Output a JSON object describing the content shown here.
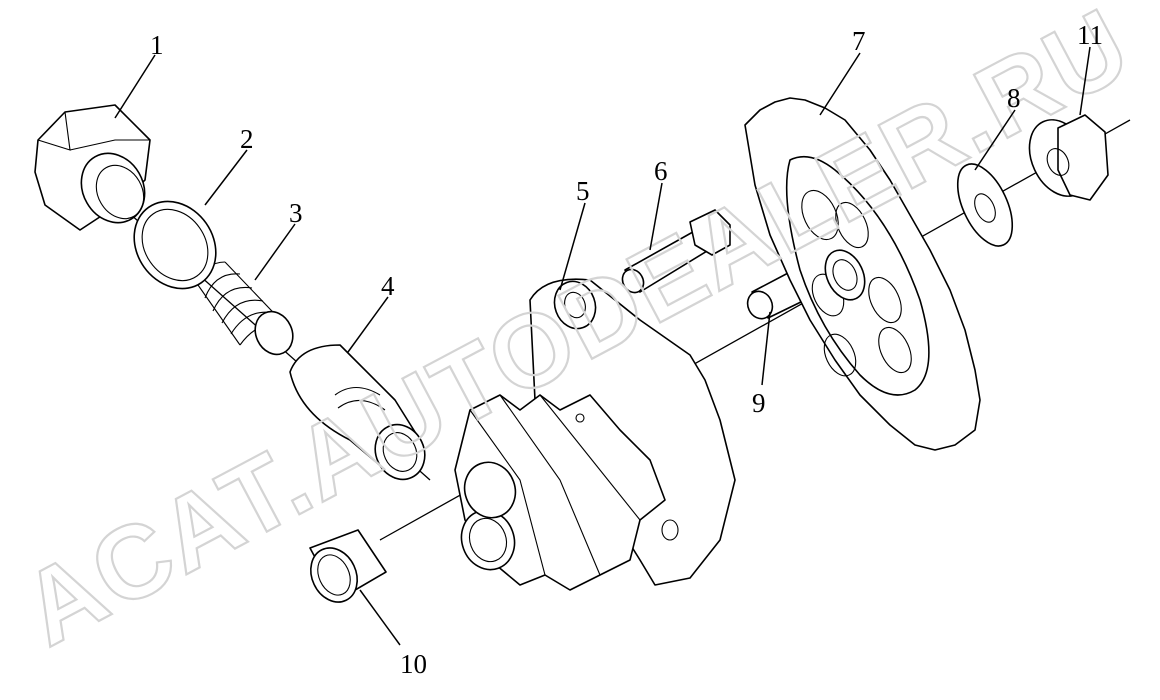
{
  "watermark": "ACAT.AUTODEALER.RU",
  "callouts": [
    {
      "id": "1",
      "label": "1"
    },
    {
      "id": "2",
      "label": "2"
    },
    {
      "id": "3",
      "label": "3"
    },
    {
      "id": "4",
      "label": "4"
    },
    {
      "id": "5",
      "label": "5"
    },
    {
      "id": "6",
      "label": "6"
    },
    {
      "id": "7",
      "label": "7"
    },
    {
      "id": "8",
      "label": "8"
    },
    {
      "id": "9",
      "label": "9"
    },
    {
      "id": "10",
      "label": "10"
    },
    {
      "id": "11",
      "label": "11"
    }
  ],
  "colors": {
    "line": "#000000",
    "watermark": "#d4d4d4",
    "background": "#ffffff"
  }
}
